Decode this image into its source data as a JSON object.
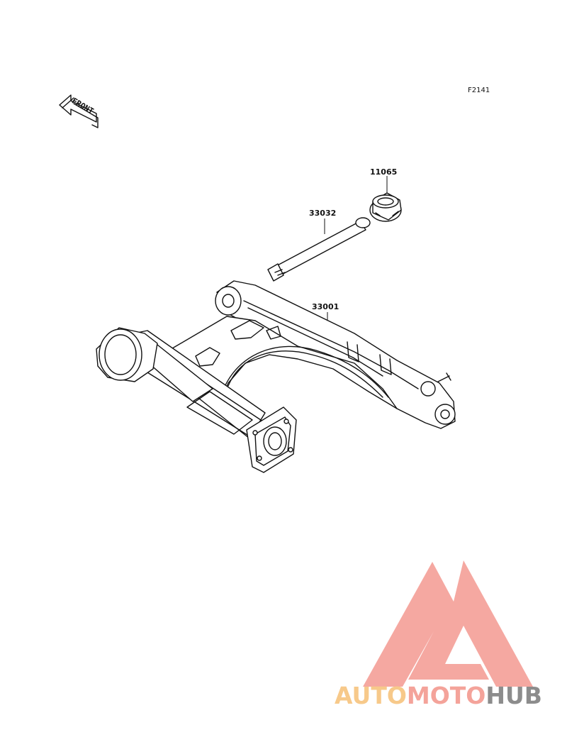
{
  "figure": {
    "code": "F2141",
    "front_label": "FRONT"
  },
  "parts": [
    {
      "number": "11065"
    },
    {
      "number": "33032"
    },
    {
      "number": "33001"
    }
  ],
  "watermark": {
    "word_part1": "AUTO",
    "word_part2": "MOTO",
    "word_part3": "HUB",
    "colors": {
      "auto": "#f7c98a",
      "moto": "#f4a39a",
      "hub": "#8c8c8c",
      "triangle": "#f28b82"
    }
  }
}
